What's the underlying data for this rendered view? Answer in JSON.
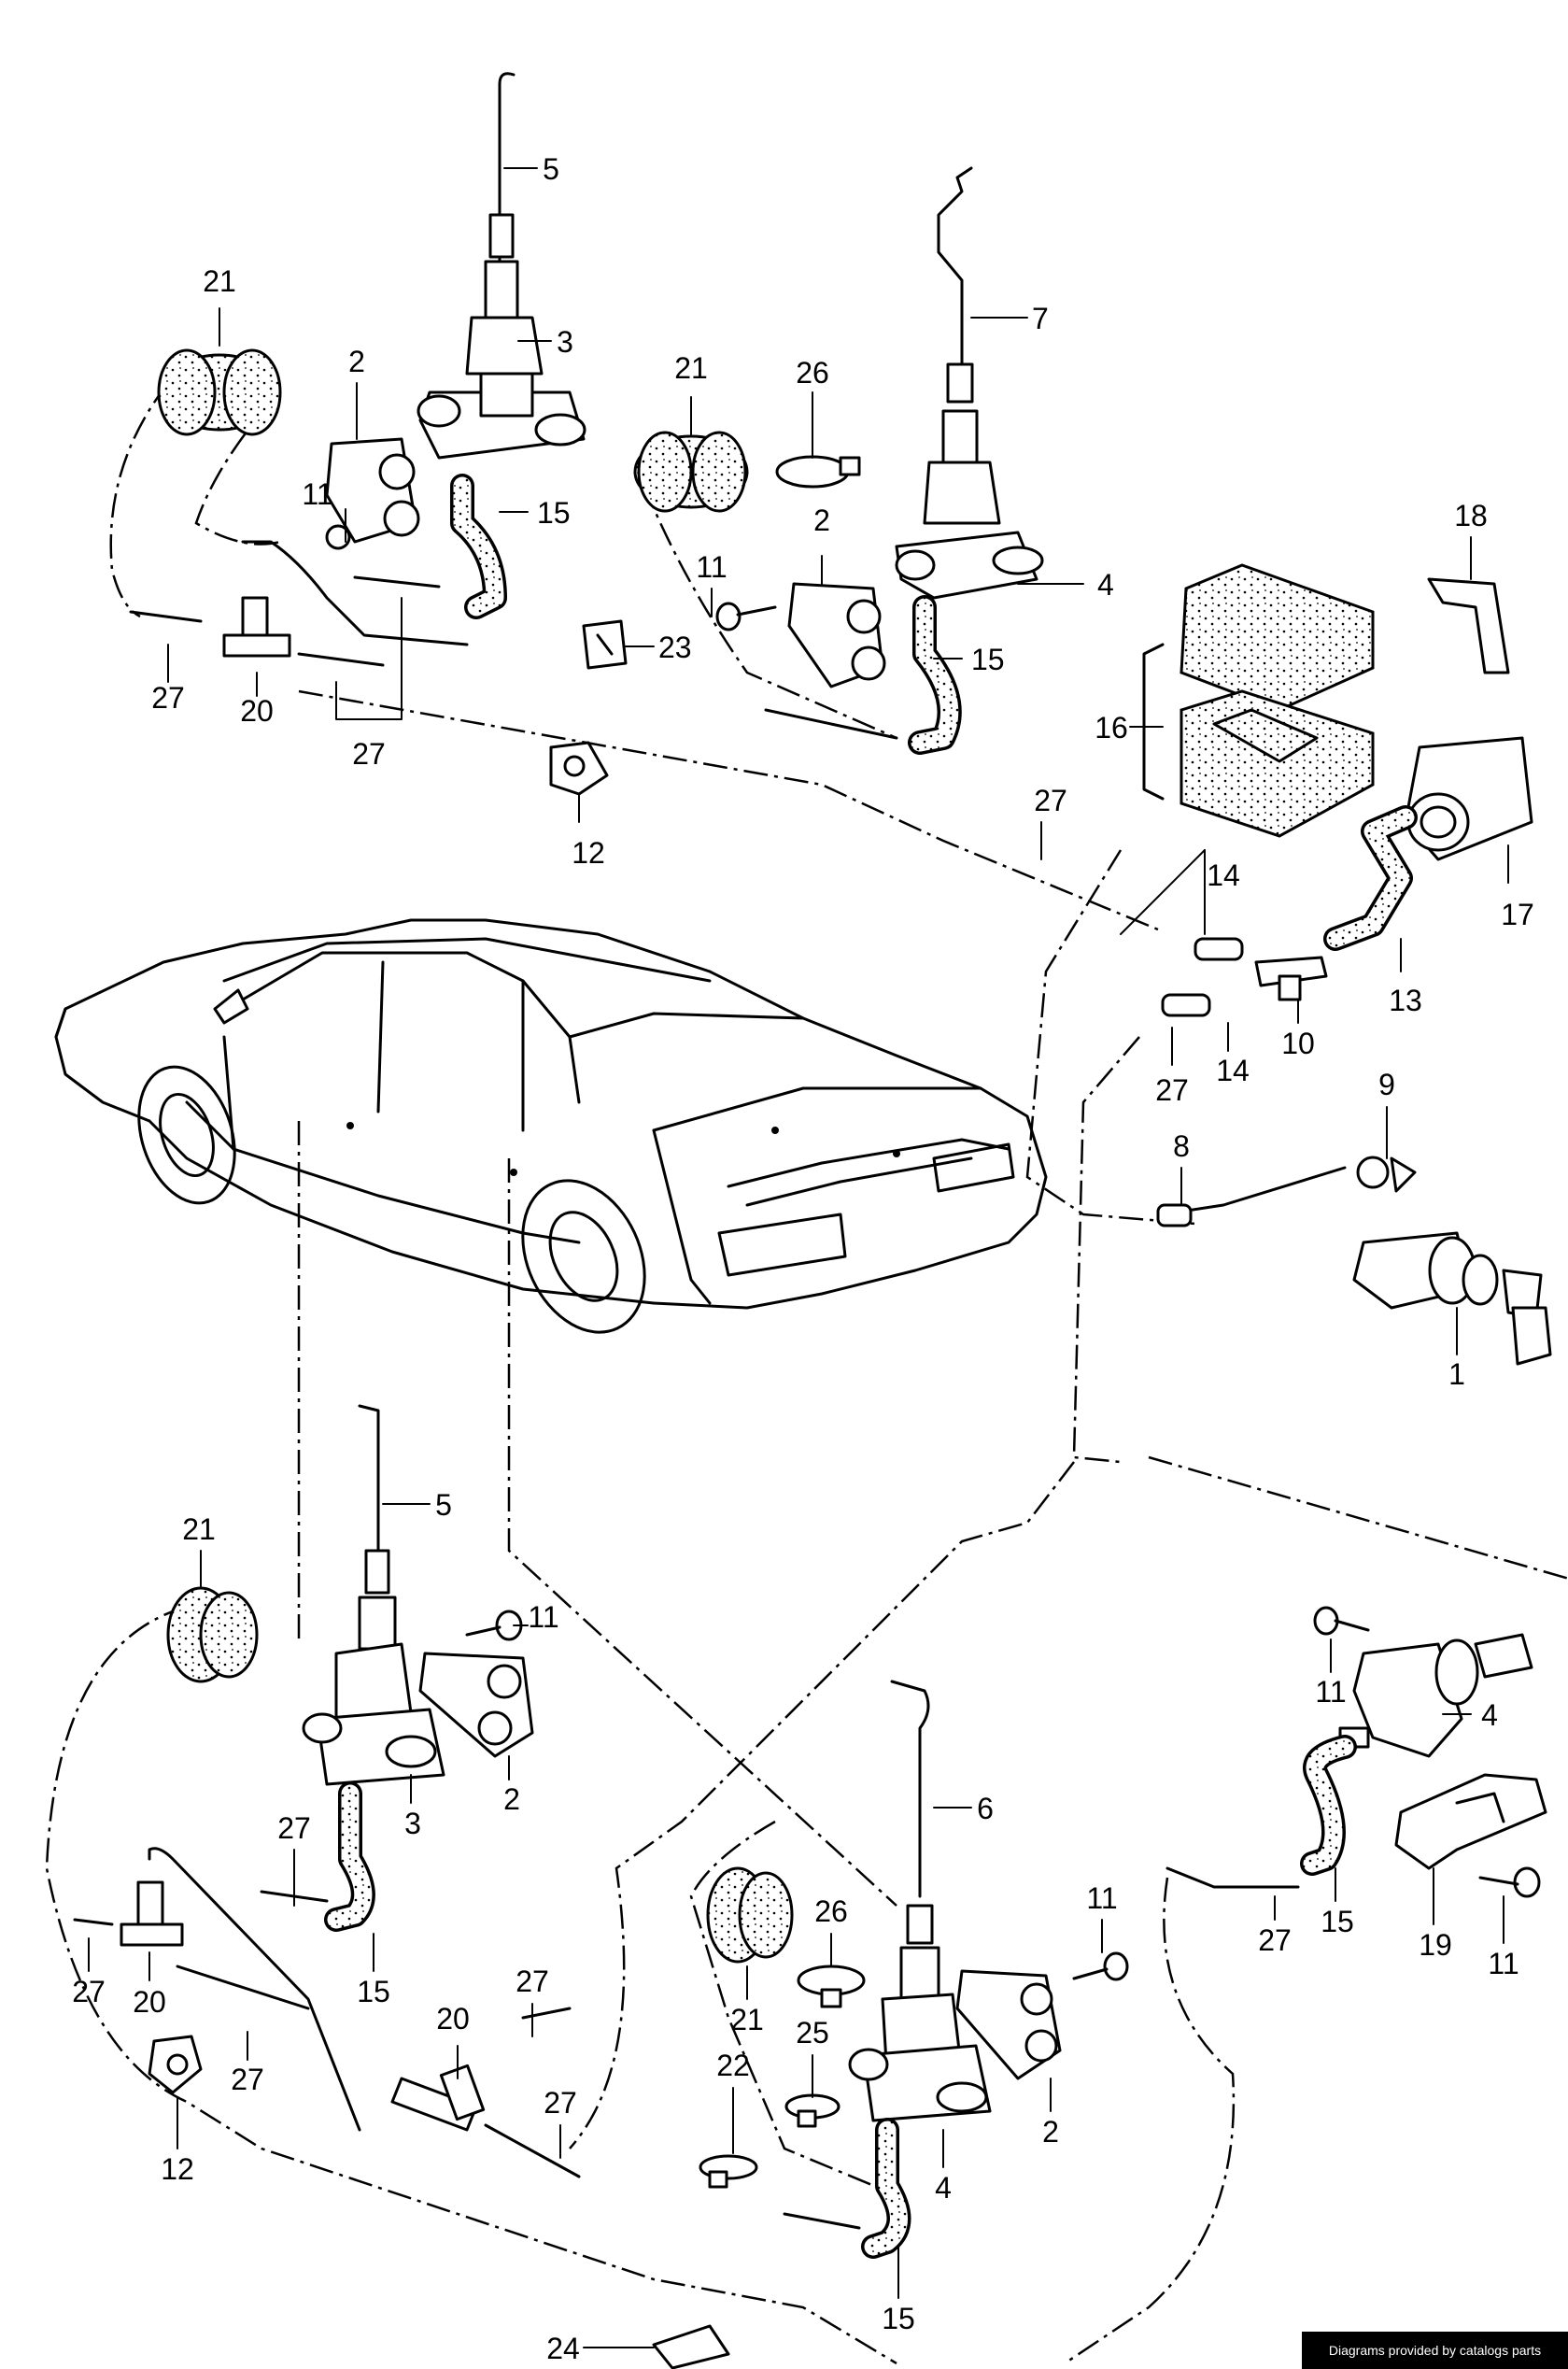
{
  "credit": "Diagrams provided by catalogs parts",
  "callouts": [
    {
      "id": "c5-top",
      "text": "5"
    },
    {
      "id": "c3-top",
      "text": "3"
    },
    {
      "id": "c21-tl",
      "text": "21"
    },
    {
      "id": "c2-tl",
      "text": "2"
    },
    {
      "id": "c11-tl",
      "text": "11"
    },
    {
      "id": "c15-tl",
      "text": "15"
    },
    {
      "id": "c27-tl",
      "text": "27"
    },
    {
      "id": "c20-tl",
      "text": "20"
    },
    {
      "id": "c27-tl2",
      "text": "27"
    },
    {
      "id": "c12-top",
      "text": "12"
    },
    {
      "id": "c21-tc",
      "text": "21"
    },
    {
      "id": "c26-top",
      "text": "26"
    },
    {
      "id": "c7-top",
      "text": "7"
    },
    {
      "id": "c2-tc",
      "text": "2"
    },
    {
      "id": "c4-top",
      "text": "4"
    },
    {
      "id": "c11-tc",
      "text": "11"
    },
    {
      "id": "c23",
      "text": "23"
    },
    {
      "id": "c15-tc",
      "text": "15"
    },
    {
      "id": "c18",
      "text": "18"
    },
    {
      "id": "c16",
      "text": "16"
    },
    {
      "id": "c17",
      "text": "17"
    },
    {
      "id": "c27-mid",
      "text": "27"
    },
    {
      "id": "c14-a",
      "text": "14"
    },
    {
      "id": "c13",
      "text": "13"
    },
    {
      "id": "c10",
      "text": "10"
    },
    {
      "id": "c27-mr",
      "text": "27"
    },
    {
      "id": "c14-b",
      "text": "14"
    },
    {
      "id": "c9",
      "text": "9"
    },
    {
      "id": "c8",
      "text": "8"
    },
    {
      "id": "c1",
      "text": "1"
    },
    {
      "id": "c5-bl",
      "text": "5"
    },
    {
      "id": "c21-bl",
      "text": "21"
    },
    {
      "id": "c11-bl",
      "text": "11"
    },
    {
      "id": "c2-bl",
      "text": "2"
    },
    {
      "id": "c3-bl",
      "text": "3"
    },
    {
      "id": "c27-bl",
      "text": "27"
    },
    {
      "id": "c15-bl",
      "text": "15"
    },
    {
      "id": "c27-bl2",
      "text": "27"
    },
    {
      "id": "c20-bl",
      "text": "20"
    },
    {
      "id": "c27-bl3",
      "text": "27"
    },
    {
      "id": "c12-bl",
      "text": "12"
    },
    {
      "id": "c27-bm",
      "text": "27"
    },
    {
      "id": "c20-bm",
      "text": "20"
    },
    {
      "id": "c27-bm2",
      "text": "27"
    },
    {
      "id": "c6",
      "text": "6"
    },
    {
      "id": "c21-bc",
      "text": "21"
    },
    {
      "id": "c26-bc",
      "text": "26"
    },
    {
      "id": "c25",
      "text": "25"
    },
    {
      "id": "c22",
      "text": "22"
    },
    {
      "id": "c4-bc",
      "text": "4"
    },
    {
      "id": "c15-bc",
      "text": "15"
    },
    {
      "id": "c2-bc",
      "text": "2"
    },
    {
      "id": "c11-bc",
      "text": "11"
    },
    {
      "id": "c24",
      "text": "24"
    },
    {
      "id": "c11-br",
      "text": "11"
    },
    {
      "id": "c4-br",
      "text": "4"
    },
    {
      "id": "c27-br",
      "text": "27"
    },
    {
      "id": "c15-br",
      "text": "15"
    },
    {
      "id": "c19",
      "text": "19"
    },
    {
      "id": "c11-br2",
      "text": "11"
    }
  ]
}
